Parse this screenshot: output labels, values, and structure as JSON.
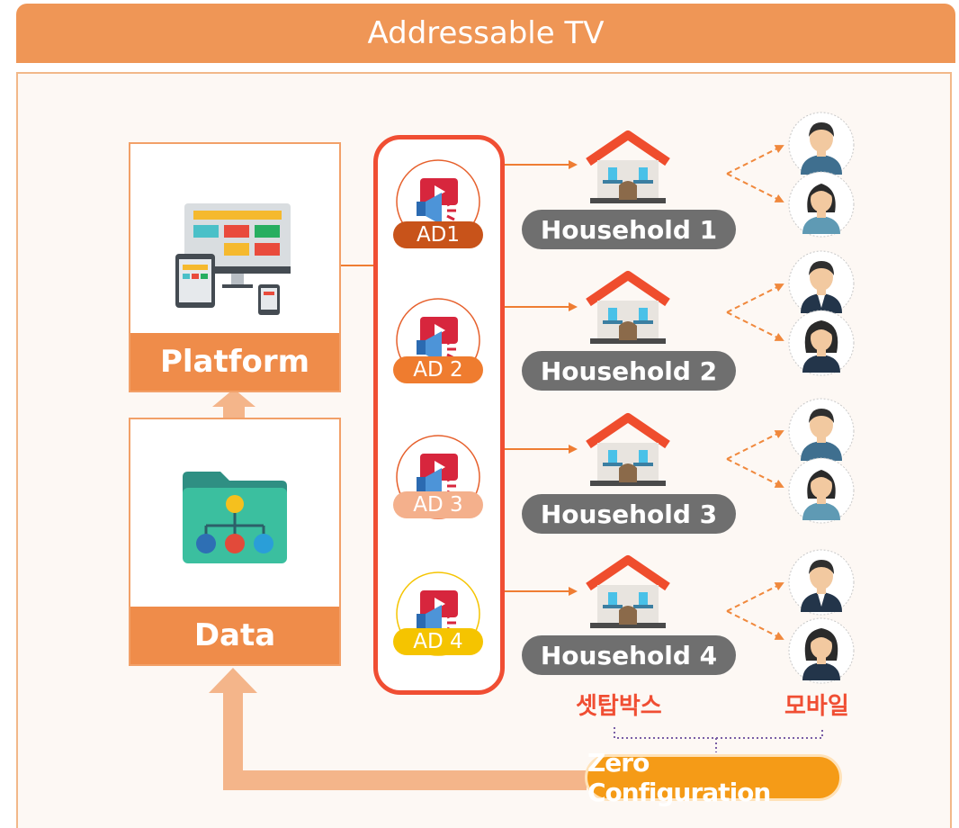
{
  "title": "Addressable TV",
  "platform_label": "Platform",
  "data_label": "Data",
  "ads": [
    "AD1",
    "AD 2",
    "AD 3",
    "AD 4"
  ],
  "households": [
    "Household 1",
    "Household 2",
    "Household 3",
    "Household 4"
  ],
  "settopbox_label": "셋탑박스",
  "mobile_label": "모바일",
  "zero_config_label": "Zero Configuration",
  "colors": {
    "title_bar": "#ef9656",
    "card_label": "#ef8c4a",
    "ad_frame": "#f04e33",
    "ad1": "#c8531a",
    "ad2": "#ef7c2f",
    "ad3": "#f4b08c",
    "ad4": "#f5c400",
    "household": "#6f6f6f",
    "arrow": "#ef7d33",
    "dashed_arrow": "#f0883c",
    "zero_pill": "#f59b17"
  }
}
